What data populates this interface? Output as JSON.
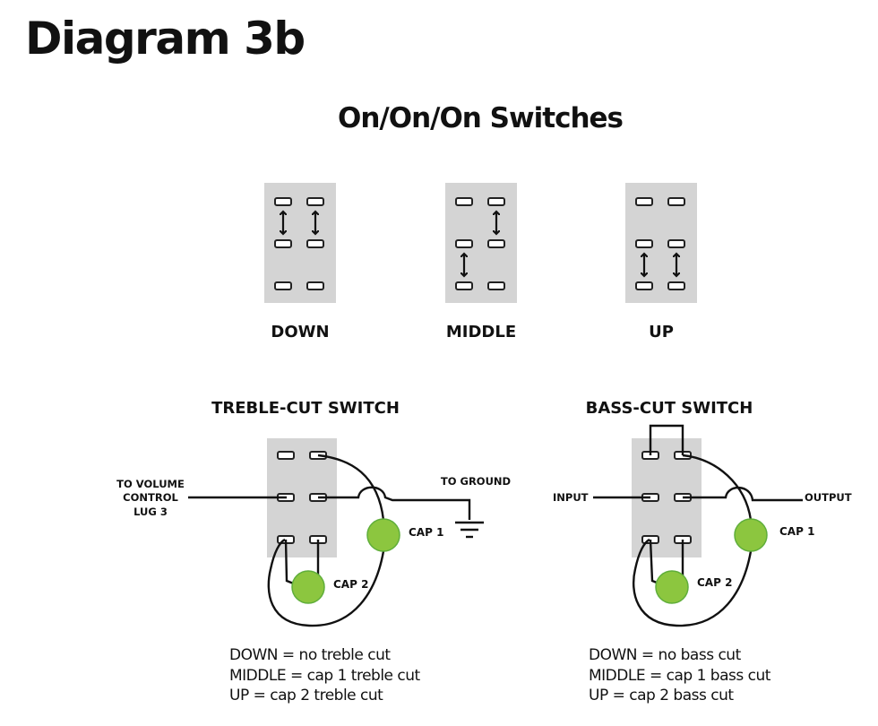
{
  "title": "Diagram 3b",
  "subtitle": "On/On/On Switches",
  "colors": {
    "switch_body": "#d4d4d4",
    "cap_fill": "#8cc63f",
    "cap_stroke": "#5fae3a",
    "wire": "#111111"
  },
  "positions": [
    {
      "label": "DOWN",
      "connected": [
        "left top-middle",
        "right top-middle"
      ]
    },
    {
      "label": "MIDDLE",
      "connected": [
        "left middle-bottom",
        "right top-middle"
      ]
    },
    {
      "label": "UP",
      "connected": [
        "left middle-bottom",
        "right middle-bottom"
      ]
    }
  ],
  "treble": {
    "title": "TREBLE-CUT SWITCH",
    "input_label": [
      "TO VOLUME",
      "CONTROL",
      "LUG 3"
    ],
    "ground_label": "TO GROUND",
    "cap1": "CAP 1",
    "cap2": "CAP 2",
    "legend": [
      "DOWN = no treble cut",
      "MIDDLE = cap 1 treble cut",
      "UP = cap 2 treble cut"
    ]
  },
  "bass": {
    "title": "BASS-CUT SWITCH",
    "input_label": "INPUT",
    "output_label": "OUTPUT",
    "cap1": "CAP 1",
    "cap2": "CAP 2",
    "legend": [
      "DOWN = no bass cut",
      "MIDDLE = cap 1 bass cut",
      "UP = cap 2 bass cut"
    ]
  }
}
